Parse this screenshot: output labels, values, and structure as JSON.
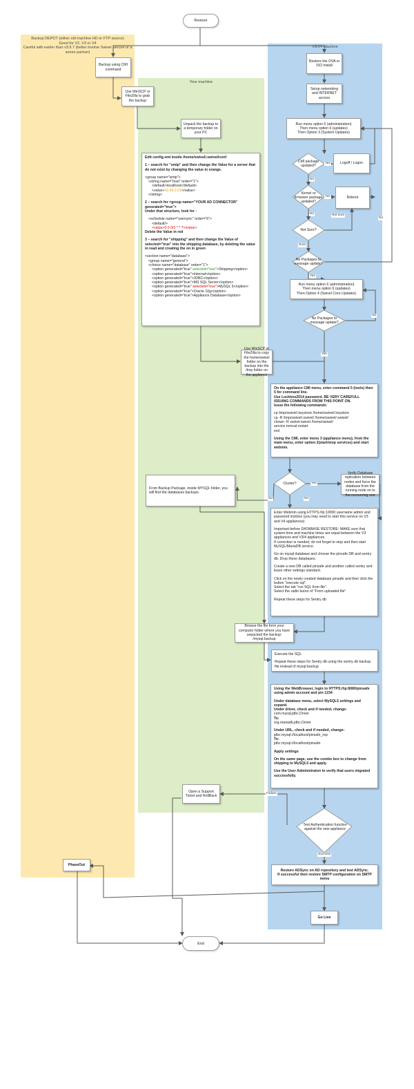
{
  "lanes": {
    "backup_depot": "Backup DEPOT (either old machine HD or FTP source)",
    "backup_depot_l2": "Good for V2, V3 or V4",
    "backup_depot_l3": "Careful with earlier than v3.9.7 (better involve Swivel Secure or a",
    "backup_depot_l4": "senior partner)",
    "your_machine": "Your machine",
    "v3_vm": "V3/V4 Machine"
  },
  "terminals": {
    "restore": "Restore",
    "end": "End"
  },
  "steps": {
    "backup_cmi": "Backup using CMI command",
    "winscp_grab": "Use WinSCP or FileZilla to grab the backup",
    "unpack": "Unpack the backup to a temporary folder on your PC",
    "restore_ova": "Restore the OVA or ISO install",
    "setup_net": "Setup networking and INTERNET access",
    "menu1_l1": "Run menu option 6 (administration)",
    "menu1_l2": "Then menu option 6 (updates)",
    "menu1_l3": "Then Option 3 (System Updates)",
    "logoff": "Logoff / Logon",
    "reboot": "Reboot",
    "menu2_l1": "Run menu option 6 (administration)",
    "menu2_l2": "Then menu option 6 (updates)",
    "menu2_l3": "Then Option 4 (Swivel Core Updates)",
    "winscp_copy": "Use WinSCP or FileZilla to copy the home/swivel folder on the backup into the /tmp folder on the appliance",
    "verify_repl": "Verify Database replication between nodes and force the database from the running node on to the recovering one",
    "mysql_folder": "From Backup Package, inside MYSQL folder, you will find the databases backups.",
    "browse_file": "Browse the file form your computer folder where you have unpacked the backup: /mysql.backup",
    "open_ticket": "Open a Support Ticket and RollBack",
    "phaseout": "PhaseOut",
    "adsync_l1": "Restore ADSync on AD repository and test ADSync.",
    "adsync_l2": "If successful then restore SMTP configuration on SMTP menu",
    "go_live": "Go Live"
  },
  "decisions": {
    "cmi_updated": "CMI package updated?",
    "kernel_updated": "Kernel or firmware package updated?",
    "not_sure": "Not Sure?",
    "no_packages": "No Packages to message update?",
    "no_packages2": "No Packages to message update?",
    "cluster": "Cluster?",
    "test_auth": "Test Authentication function against the new appliance"
  },
  "edge_labels": {
    "yes": "Yes",
    "no": "No",
    "not_sure": "Not sure",
    "sure": "Sure",
    "failure": "Failure",
    "success": "Success"
  },
  "config_box": {
    "title": "Edit config.xml inside /home/swivel/.swivel/conf",
    "s1": "1 – search for \"smtp\" and then change the Value for a server that do not exist by changing the value in orange.",
    "x1": "<group name=\"smtp\">",
    "x2": "<string name=\"host\" order=\"1\">",
    "x3": "<default>localhost</default>",
    "x4a": "<value>",
    "x4b": "10.40.2.01",
    "x4c": "</value>",
    "x5": "</string>",
    "s2a": "2 – search for <group name=\"YOUR AD CONNECTOR\"",
    "s2b": "generated=\"true\">",
    "s2c": "Under that structure, look for :",
    "y1": "<schedule name=\"usersync\" order=\"6\">",
    "y2": "<default/>",
    "y3": "<value>0 0 0/2 * * ?</value>",
    "y4": "Delete the Value in red",
    "s3": "3 – search for \"shipping\" and then change the Value of selected=\"true\" into the shipping database, by deleting the value in read and creating the on in green",
    "z1": "<section name=\"database\">",
    "z2": "<group name=\"general\">",
    "z3": "<choice name=\"database\" order=\"1\">",
    "z4a": "<option generated=\"true\" ",
    "z4b": "selected=\"true\"",
    "z4c": ">Shipping</option>",
    "z5": "<option generated=\"true\">Internal</option>",
    "z6": "<option generated=\"true\">JDBC</option>",
    "z7": "<option generated=\"true\">MS SQL Server</option>",
    "z8a": "<option generated=\"true\" ",
    "z8b": "selected=\"true\"",
    "z8c": ">MySQL 5</option>",
    "z9": "<option generated=\"true\">Oracle 10g</option>",
    "z10": "<option generated=\"true\">Appliance Database</option>"
  },
  "cmi_box": {
    "p1": "On the appliance CMI menu, enter command 5 (tools) then 5 for command line.",
    "p2": "Use Lockbox2014 password. BE VERY CAREFULL ISSUING COMMANDS FROM THIS POINT ON.",
    "p3": "Issue the following commands:",
    "c1": "cp /tmp/swivel/.keystore /home/swivel/.keystore",
    "c2": "cp -R /tmp/swivel/.swivel/ /home/swivel/.swivel/",
    "c3": "chown -R swivel:swivel /home/swivel/",
    "c4": "service tomcat restart",
    "c5": "exit",
    "p4": "Using the CMI, enter menu 3 (appliance menu), from the main menu, enter option 2(start/stop services) and start webmin."
  },
  "webmin_box": {
    "p1": "Enter Webmin using HTTPS://ip:10000 username admin and password lockbox (you may need to start this service on V3 and V4 appliances)",
    "p2": "Important before DATABASE RESTORE: MAKE sure that system time and machine times are equal between the V3 appliances and V3/4 appliances",
    "p3": "If correction is needed, do not forget to stop and then start MySQL/MariaDB service.",
    "p4": "Go on mysql database and choose the pinsafe DB and sentry db. Drop these databases.",
    "p5": "Create a new DB called pinsafe and another called sentry and leave other settings standard.",
    "p6": "Click on the newly created database pinsafe and then click the button \"execute sql\".",
    "p7": "Select the tab \"run SQL from file\".",
    "p8": "Select the radio buton of \"From uploaded file\"",
    "p9": "Repeat these steps for Sentry db"
  },
  "execute_box": {
    "p1": "Execute the SQL",
    "p2": "Repeat these steps for Sentry db using the sentry db backup file instead of mysql.backup"
  },
  "pinsafe_box": {
    "p1": "Using the WebBrowser, login to HTTPS://ip:8080/pinsafe using admin account and pin 1234",
    "p2": "Under database menu, select MySQL5 settings and expand.",
    "p3": "Under driver, check and if needed, change:",
    "p4": "com.mysql.jdbc.Driver",
    "p5": "To:",
    "p6": "org.mariadb.jdbc.Driver",
    "p7": "Under URL, check and if needed, change:",
    "p8": "jdbc:mysql://localhost/pinsafe_rep",
    "p9": "To:",
    "p10": "jdbc:mysql://localhost/pinsafe",
    "p11": "Apply settings",
    "p12": "On the same page, use the combo box to change from shipping to MySQL5 and apply.",
    "p13": "Use the User Administraton to verify that users migrated successfully."
  },
  "colors": {
    "lane_backup": "#fde9b0",
    "lane_machine": "#dcedc7",
    "lane_vm": "#b7d5ee",
    "connector": "#5a5a5a"
  }
}
